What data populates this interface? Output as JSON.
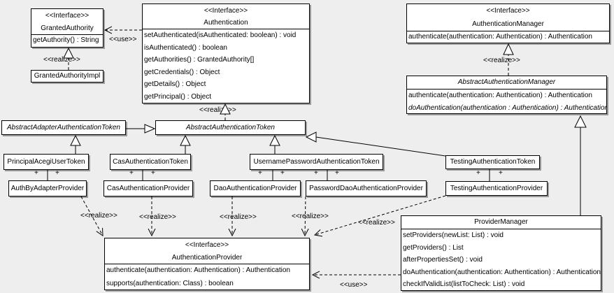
{
  "diagram": {
    "background_color": "#eeeeee",
    "box_fill_color": "#ffffff",
    "line_color": "#000000"
  },
  "labels": {
    "use": "<<use>>",
    "realize": "<<realize>>",
    "plus": "+"
  },
  "classes": {
    "granted_authority": {
      "stereotype": "<<Interface>>",
      "name": "GrantedAuthority",
      "methods": [
        "getAuthority() : String"
      ]
    },
    "granted_authority_impl": {
      "name": "GrantedAuthorityImpl"
    },
    "authentication": {
      "stereotype": "<<Interface>>",
      "name": "Authentication",
      "methods": [
        "setAuthenticated(isAuthenticated: boolean) : void",
        "isAuthenticated() : boolean",
        "getAuthorities() : GrantedAuthority[]",
        "getCredentials() : Object",
        "getDetails() : Object",
        "getPrincipal() : Object"
      ]
    },
    "authentication_manager": {
      "stereotype": "<<Interface>>",
      "name": "AuthenticationManager",
      "methods": [
        "authenticate(authentication: Authentication) : Authentication"
      ]
    },
    "abstract_authentication_manager": {
      "name": "AbstractAuthenticationManager",
      "methods": [
        "authenticate(authentication: Authentication) : Authentication",
        "doAuthentication(authentication : Authentication) : Authentication"
      ]
    },
    "abstract_adapter_authentication_token": {
      "name": "AbstractAdapterAuthenticationToken"
    },
    "abstract_authentication_token": {
      "name": "AbstractAuthenticationToken"
    },
    "principal_acegi_user_token": {
      "name": "PrincipalAcegiUserToken"
    },
    "cas_authentication_token": {
      "name": "CasAuthenticationToken"
    },
    "username_password_authentication_token": {
      "name": "UsernamePasswordAuthenticationToken"
    },
    "testing_authentication_token": {
      "name": "TestingAuthenticationToken"
    },
    "auth_by_adapter_provider": {
      "name": "AuthByAdapterProvider"
    },
    "cas_authentication_provider": {
      "name": "CasAuthenticationProvider"
    },
    "dao_authentication_provider": {
      "name": "DaoAuthenticationProvider"
    },
    "password_dao_authentication_provider": {
      "name": "PasswordDaoAuthenticationProvider"
    },
    "testing_authentication_provider": {
      "name": "TestingAuthenticationProvider"
    },
    "authentication_provider": {
      "stereotype": "<<Interface>>",
      "name": "AuthenticationProvider",
      "methods": [
        "authenticate(authentication: Authentication) : Authentication",
        "supports(authentication: Class) : boolean"
      ]
    },
    "provider_manager": {
      "name": "ProviderManager",
      "methods": [
        "setProviders(newList: List) : void",
        "getProviders() : List",
        "afterPropertiesSet() : void",
        "doAuthentication(authentication: Authentication) : Authentication",
        "checkIfValidList(listToCheck: List) : void"
      ]
    }
  }
}
